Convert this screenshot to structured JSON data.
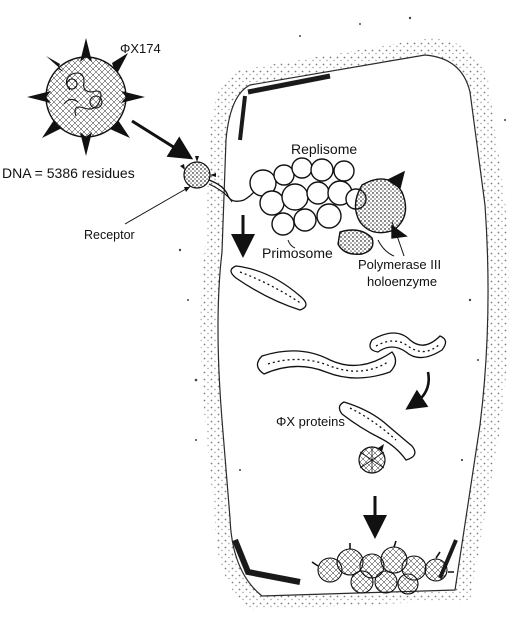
{
  "labels": {
    "phage_name": "ΦX174",
    "dna_length": "DNA = 5386 residues",
    "receptor": "Receptor",
    "replisome": "Replisome",
    "primosome": "Primosome",
    "polymerase_line1": "Polymerase III",
    "polymerase_line2": "holoenzyme",
    "phage_proteins": "ΦX proteins"
  },
  "colors": {
    "ink": "#111111",
    "stipple": "#555555",
    "cell_wall": "#2a2a2a",
    "background": "#ffffff"
  }
}
